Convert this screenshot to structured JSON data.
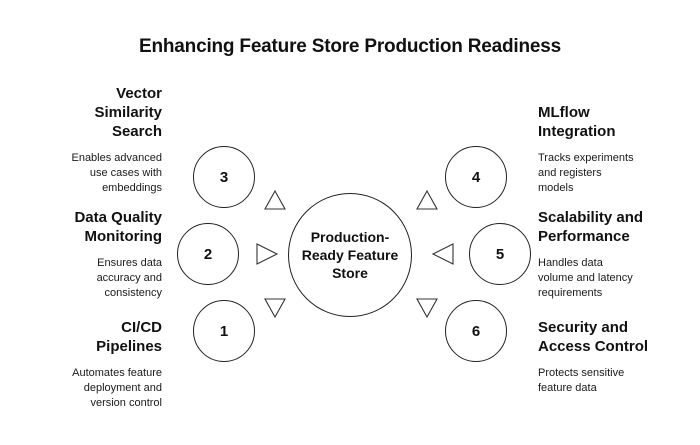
{
  "title": "Enhancing Feature Store Production Readiness",
  "center": {
    "line1": "Production-",
    "line2": "Ready Feature",
    "line3": "Store"
  },
  "items": {
    "vector_search": {
      "number": "3",
      "title_lines": [
        "Vector",
        "Similarity",
        "Search"
      ],
      "desc_lines": [
        "Enables advanced",
        "use cases with",
        "embeddings"
      ]
    },
    "data_quality": {
      "number": "2",
      "title_lines": [
        "Data Quality",
        "Monitoring"
      ],
      "desc_lines": [
        "Ensures data",
        "accuracy and",
        "consistency"
      ]
    },
    "cicd": {
      "number": "1",
      "title_lines": [
        "CI/CD",
        "Pipelines"
      ],
      "desc_lines": [
        "Automates feature",
        "deployment and",
        "version control"
      ]
    },
    "mlflow": {
      "number": "4",
      "title_lines": [
        "MLflow",
        "Integration"
      ],
      "desc_lines": [
        "Tracks experiments",
        "and registers",
        "models"
      ]
    },
    "scalability": {
      "number": "5",
      "title_lines": [
        "Scalability and",
        "Performance"
      ],
      "desc_lines": [
        "Handles data",
        "volume and latency",
        "requirements"
      ]
    },
    "security": {
      "number": "6",
      "title_lines": [
        "Security and",
        "Access Control"
      ],
      "desc_lines": [
        "Protects sensitive",
        "feature data"
      ]
    }
  }
}
